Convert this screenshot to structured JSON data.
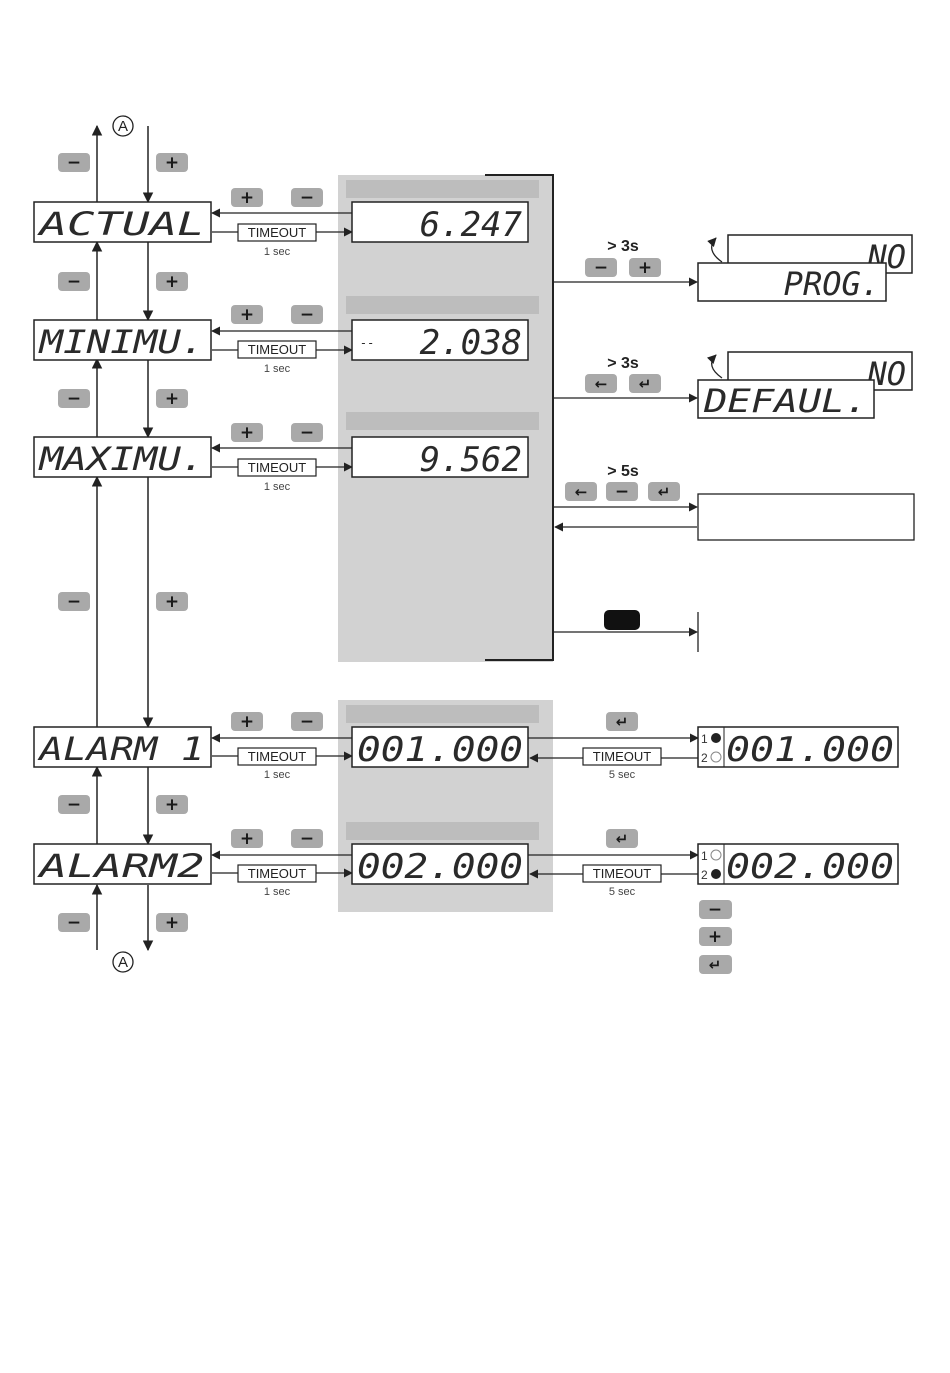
{
  "menu": {
    "circle_label": "A",
    "items": [
      "ACTUAL",
      "MINIMU.",
      "MAXIMU.",
      "ALARM 1",
      "ALARM2"
    ]
  },
  "values": {
    "actual": "6.247",
    "minimum_sign": "--",
    "minimum": "2.038",
    "maximum": "9.562",
    "alarm1": "001.000",
    "alarm2": "002.000"
  },
  "timeout": {
    "label": "TIMEOUT",
    "short": "1 sec",
    "long": "5 sec"
  },
  "right": {
    "hold_3s": "> 3s",
    "hold_5s": "> 5s",
    "prog_back": "NO",
    "prog": "PROG.",
    "defaul_back": "NO",
    "defaul": "DEFAUL.",
    "led1": "1",
    "led2": "2",
    "alarm1_edit": "001.000",
    "alarm2_edit": "002.000"
  },
  "keys": {
    "plus": "+",
    "minus": "−",
    "enter": "↵",
    "left": "←"
  },
  "colors": {
    "panel": "#d2d2d2",
    "band": "#bdbdbd",
    "key": "#a9a9a9",
    "lcd_bg": "#ffffff",
    "line": "#222222"
  }
}
